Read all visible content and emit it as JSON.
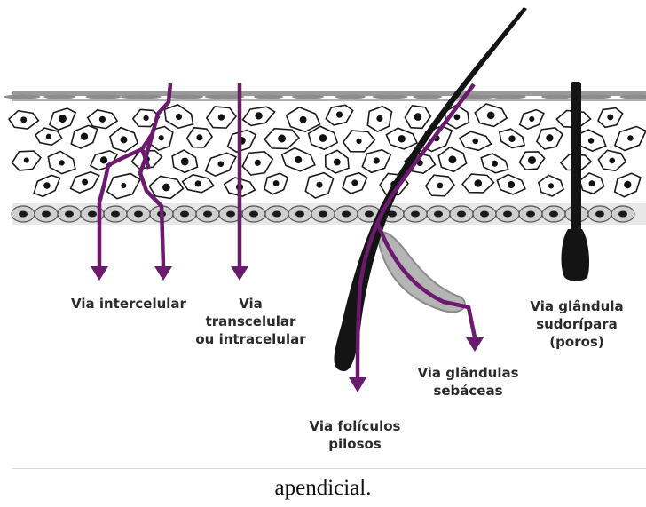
{
  "labels": {
    "intercelular": "Via intercelular",
    "transcelular_1": "Via",
    "transcelular_2": "transcelular",
    "transcelular_3": "ou intracelular",
    "foliculos_1": "Via folículos",
    "foliculos_2": "pilosos",
    "sebaceas_1": "Via glândulas",
    "sebaceas_2": "sebáceas",
    "sudoripara_1": "Via glândula",
    "sudoripara_2": "sudorípara",
    "sudoripara_3": "(poros)"
  },
  "caption": "apendicial.",
  "colors": {
    "path": "#6b1a6e",
    "hair": "#141414",
    "cell_outline": "#1a1a1a",
    "nucleus": "#111111",
    "layer_band": "#9a9a9a",
    "sebaceous_gland": "#b5b5b5"
  }
}
